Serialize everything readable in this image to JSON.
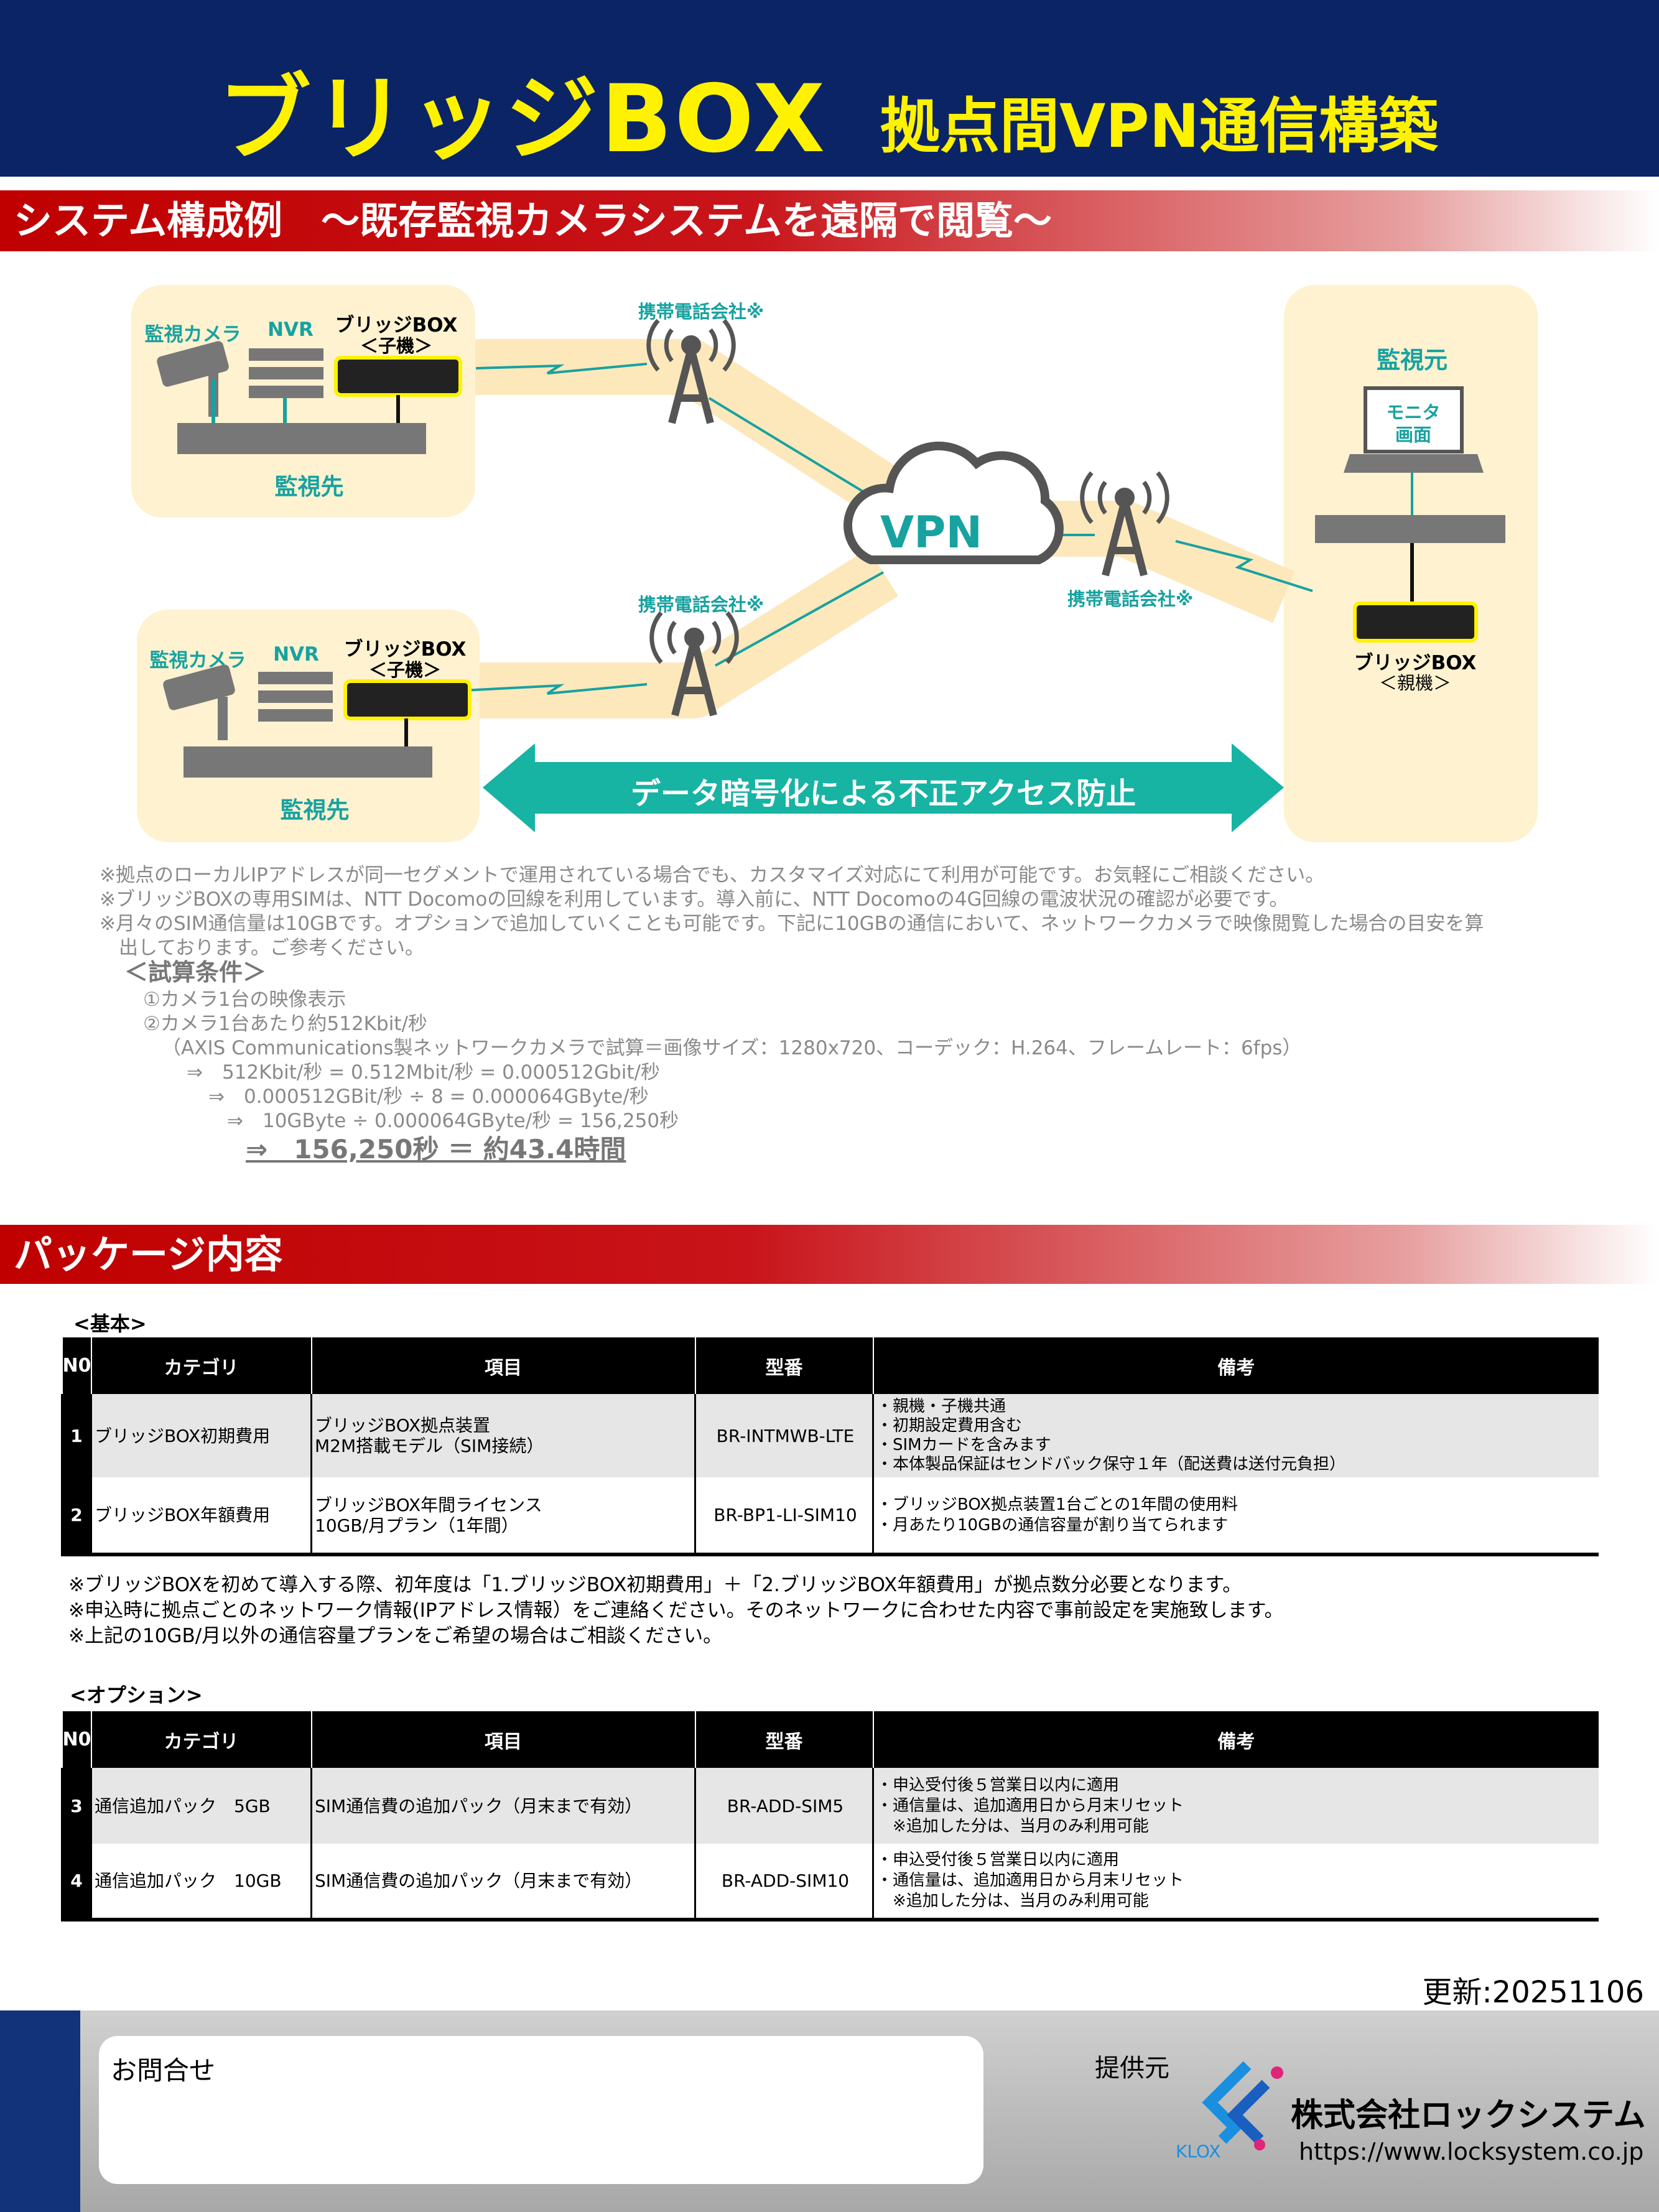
{
  "header": {
    "title_main": "ブリッジBOX",
    "title_sub": "拠点間VPN通信構築"
  },
  "section1": {
    "title": "システム構成例　～既存監視カメラシステムを遠隔で閲覧～"
  },
  "diagram": {
    "site_top": {
      "camera": "監視カメラ",
      "nvr": "NVR",
      "box": "ブリッジBOX",
      "box_role": "＜子機＞",
      "label": "監視先"
    },
    "site_bottom": {
      "camera": "監視カメラ",
      "nvr": "NVR",
      "box": "ブリッジBOX",
      "box_role": "＜子機＞",
      "label": "監視先"
    },
    "carrier_top": "携帯電話会社※",
    "carrier_bottom": "携帯電話会社※",
    "carrier_right": "携帯電話会社※",
    "vpn": "VPN",
    "monitor_site": {
      "label": "監視元",
      "monitor": "モニタ\n画面",
      "monitor_l1": "モニタ",
      "monitor_l2": "画面",
      "box": "ブリッジBOX",
      "box_role": "＜親機＞"
    },
    "arrow_text": "データ暗号化による不正アクセス防止"
  },
  "notes": [
    "※拠点のローカルIPアドレスが同一セグメントで運用されている場合でも、カスタマイズ対応にて利用が可能です。お気軽にご相談ください。",
    "※ブリッジBOXの専用SIMは、NTT Docomoの回線を利用しています。導入前に、NTT Docomoの4G回線の電波状況の確認が必要です。",
    "※月々のSIM通信量は10GBです。オプションで追加していくことも可能です。下記に10GBの通信において、ネットワークカメラで映像閲覧した場合の目安を算",
    "　出しております。ご参考ください。"
  ],
  "calc": {
    "title": "＜試算条件＞",
    "lines": [
      "①カメラ1台の映像表示",
      "②カメラ1台あたり約512Kbit/秒",
      "（AXIS Communications製ネットワークカメラで試算＝画像サイズ：1280x720、コーデック：H.264、フレームレート：6fps）",
      "⇒　512Kbit/秒 = 0.512Mbit/秒 = 0.000512Gbit/秒",
      "⇒　0.000512GBit/秒 ÷ 8 = 0.000064GByte/秒",
      "⇒　10GByte ÷ 0.000064GByte/秒 = 156,250秒"
    ],
    "result": "⇒　156,250秒 ＝ 約43.4時間"
  },
  "section2": {
    "title": "パッケージ内容"
  },
  "basic": {
    "label": "<基本>",
    "headers": [
      "N0",
      "カテゴリ",
      "項目",
      "型番",
      "備考"
    ],
    "rows": [
      {
        "no": "1",
        "category": "ブリッジBOX初期費用",
        "item": [
          "ブリッジBOX拠点装置",
          "M2M搭載モデル（SIM接続）"
        ],
        "model": "BR-INTMWB-LTE",
        "notes": [
          "・親機・子機共通",
          "・初期設定費用含む",
          "・SIMカードを含みます",
          "・本体製品保証はセンドバック保守１年（配送費は送付元負担）"
        ]
      },
      {
        "no": "2",
        "category": "ブリッジBOX年額費用",
        "item": [
          "ブリッジBOX年間ライセンス",
          "10GB/月プラン（1年間）"
        ],
        "model": "BR-BP1-LI-SIM10",
        "notes": [
          "・ブリッジBOX拠点装置1台ごとの1年間の使用料",
          "・月あたり10GBの通信容量が割り当てられます"
        ]
      }
    ],
    "footnotes": [
      "※ブリッジBOXを初めて導入する際、初年度は「1.ブリッジBOX初期費用」＋「2.ブリッジBOX年額費用」が拠点数分必要となります。",
      "※申込時に拠点ごとのネットワーク情報(IPアドレス情報）をご連絡ください。そのネットワークに合わせた内容で事前設定を実施致します。",
      "※上記の10GB/月以外の通信容量プランをご希望の場合はご相談ください。"
    ]
  },
  "option": {
    "label": "<オプション>",
    "headers": [
      "N0",
      "カテゴリ",
      "項目",
      "型番",
      "備考"
    ],
    "rows": [
      {
        "no": "3",
        "category": "通信追加パック　5GB",
        "item": [
          "SIM通信費の追加パック（月末まで有効）"
        ],
        "model": "BR-ADD-SIM5",
        "notes": [
          "・申込受付後５営業日以内に適用",
          "・通信量は、追加適用日から月末リセット",
          "　※追加した分は、当月のみ利用可能"
        ]
      },
      {
        "no": "4",
        "category": "通信追加パック　10GB",
        "item": [
          "SIM通信費の追加パック（月末まで有効）"
        ],
        "model": "BR-ADD-SIM10",
        "notes": [
          "・申込受付後５営業日以内に適用",
          "・通信量は、追加適用日から月末リセット",
          "　※追加した分は、当月のみ利用可能"
        ]
      }
    ]
  },
  "updated": "更新:20251106",
  "footer": {
    "inquiry": "お問合せ",
    "provider_label": "提供元",
    "company": "株式会社ロックシステム",
    "url": "https://www.locksystem.co.jp",
    "logo_text": "KLOX"
  },
  "colors": {
    "navy": "#0b2466",
    "yellow": "#fff200",
    "red": "#c00000",
    "teal": "#17a2a0",
    "beige": "#fef2d0"
  }
}
